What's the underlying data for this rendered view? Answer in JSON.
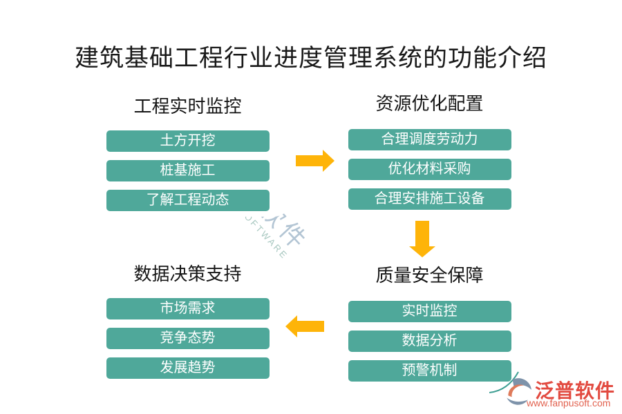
{
  "title": "建筑基础工程行业进度管理系统的功能介绍",
  "boxes": [
    {
      "title": "工程实时监控",
      "items": [
        "土方开挖",
        "桩基施工",
        "了解工程动态"
      ]
    },
    {
      "title": "资源优化配置",
      "items": [
        "合理调度劳动力",
        "优化材料采购",
        "合理安排施工设备"
      ]
    },
    {
      "title": "数据决策支持",
      "items": [
        "市场需求",
        "竞争态势",
        "发展趋势"
      ]
    },
    {
      "title": "质量安全保障",
      "items": [
        "实时监控",
        "数据分析",
        "预警机制"
      ]
    }
  ],
  "watermark": {
    "text_cn": "泛普软件",
    "text_en": "FANPU SOFTWARE"
  },
  "footer": {
    "brand": "泛普软件",
    "url": "www.fanpusoft.com"
  },
  "colors": {
    "pill_teal": "#4fa89a",
    "box_border_teal": "#3d9e92",
    "arrow_orange": "#feb409",
    "brand_red": "#e24a40",
    "title_black": "#191919"
  }
}
